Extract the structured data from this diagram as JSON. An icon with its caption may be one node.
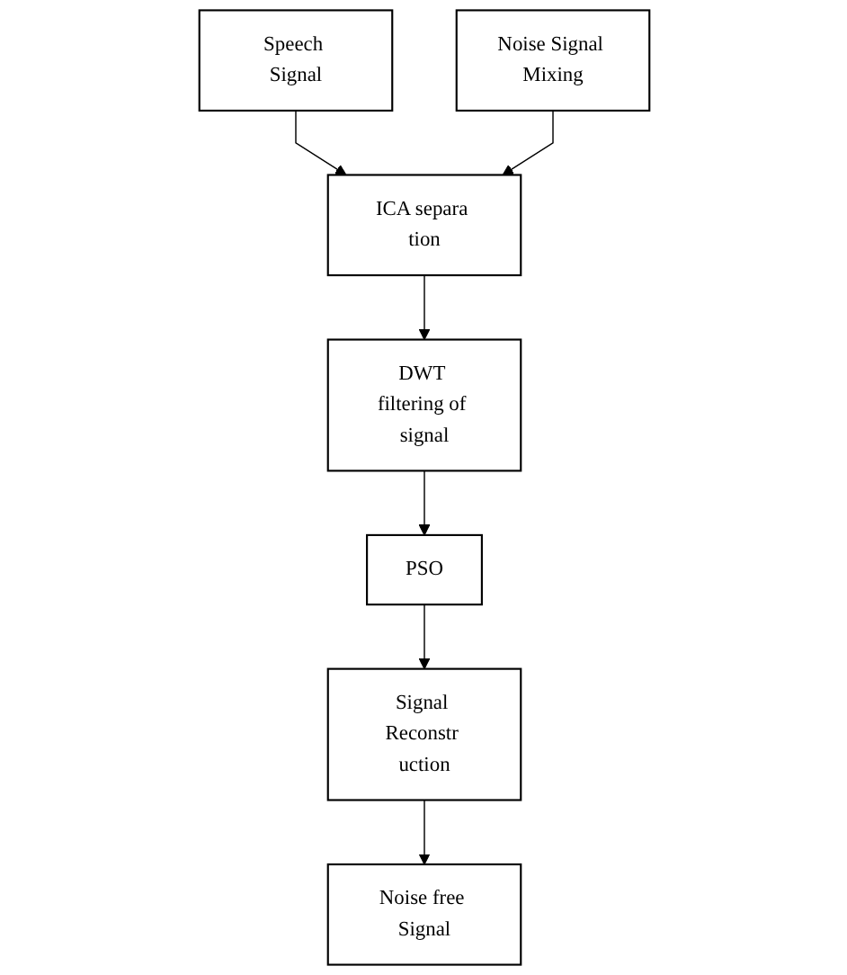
{
  "diagram": {
    "nodes": [
      {
        "text": [
          "Speech Signal"
        ]
      },
      {
        "text": [
          "Noise Signal Mixing"
        ]
      },
      {
        "text": [
          "ICA separa tion"
        ]
      },
      {
        "text": [
          "DWT filtering of signal"
        ]
      },
      {
        "text": [
          "PSO"
        ]
      },
      {
        "text": [
          "Signal Reconstr uction"
        ]
      },
      {
        "text": [
          "Noise free Signal"
        ]
      }
    ],
    "edges": [
      {
        "from": 0,
        "to": 2,
        "arrow": "to"
      },
      {
        "from": 1,
        "to": 2,
        "arrow": "to"
      },
      {
        "from": 2,
        "to": 3,
        "arrow": "to"
      },
      {
        "from": 3,
        "to": 4,
        "arrow": "to"
      },
      {
        "from": 4,
        "to": 5,
        "arrow": "to"
      },
      {
        "from": 5,
        "to": 6,
        "arrow": "to"
      }
    ]
  }
}
